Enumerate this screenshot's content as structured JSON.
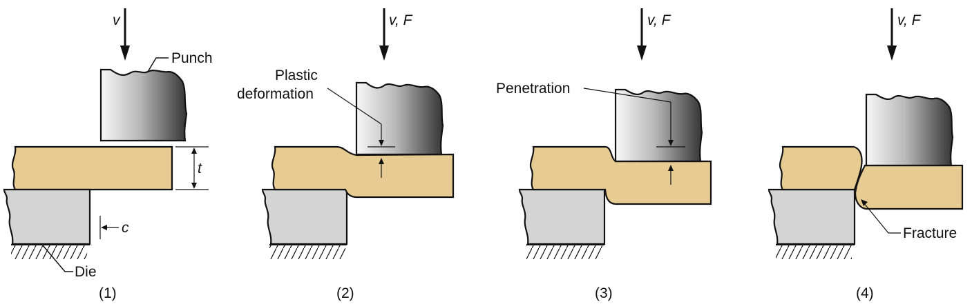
{
  "colors": {
    "sheet": "#e6cb93",
    "die": "#d4d4d4",
    "punch_light": "#f6f6f6",
    "punch_dark": "#3a3a3a",
    "outline": "#111111"
  },
  "panels": [
    {
      "caption": "(1)",
      "force_label": "v",
      "callouts": {
        "punch": "Punch",
        "thickness": "t",
        "clearance": "c",
        "die": "Die"
      }
    },
    {
      "caption": "(2)",
      "force_label": "v, F",
      "callouts": {
        "stage": [
          "Plastic",
          "deformation"
        ]
      }
    },
    {
      "caption": "(3)",
      "force_label": "v, F",
      "callouts": {
        "stage": "Penetration"
      }
    },
    {
      "caption": "(4)",
      "force_label": "v, F",
      "callouts": {
        "stage": "Fracture"
      }
    }
  ]
}
